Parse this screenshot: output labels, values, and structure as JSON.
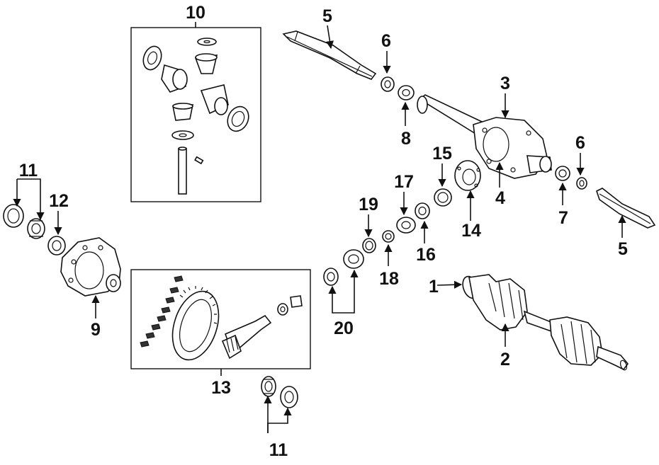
{
  "diagram": {
    "callouts": [
      {
        "id": "c1",
        "text": "1"
      },
      {
        "id": "c2",
        "text": "2"
      },
      {
        "id": "c3",
        "text": "3"
      },
      {
        "id": "c4",
        "text": "4"
      },
      {
        "id": "c5a",
        "text": "5"
      },
      {
        "id": "c5b",
        "text": "5"
      },
      {
        "id": "c6a",
        "text": "6"
      },
      {
        "id": "c6b",
        "text": "6"
      },
      {
        "id": "c7",
        "text": "7"
      },
      {
        "id": "c8",
        "text": "8"
      },
      {
        "id": "c9",
        "text": "9"
      },
      {
        "id": "c10",
        "text": "10"
      },
      {
        "id": "c11a",
        "text": "11"
      },
      {
        "id": "c11b",
        "text": "11"
      },
      {
        "id": "c12",
        "text": "12"
      },
      {
        "id": "c13",
        "text": "13"
      },
      {
        "id": "c14",
        "text": "14"
      },
      {
        "id": "c15",
        "text": "15"
      },
      {
        "id": "c16",
        "text": "16"
      },
      {
        "id": "c17",
        "text": "17"
      },
      {
        "id": "c18",
        "text": "18"
      },
      {
        "id": "c19",
        "text": "19"
      },
      {
        "id": "c20",
        "text": "20"
      }
    ]
  }
}
